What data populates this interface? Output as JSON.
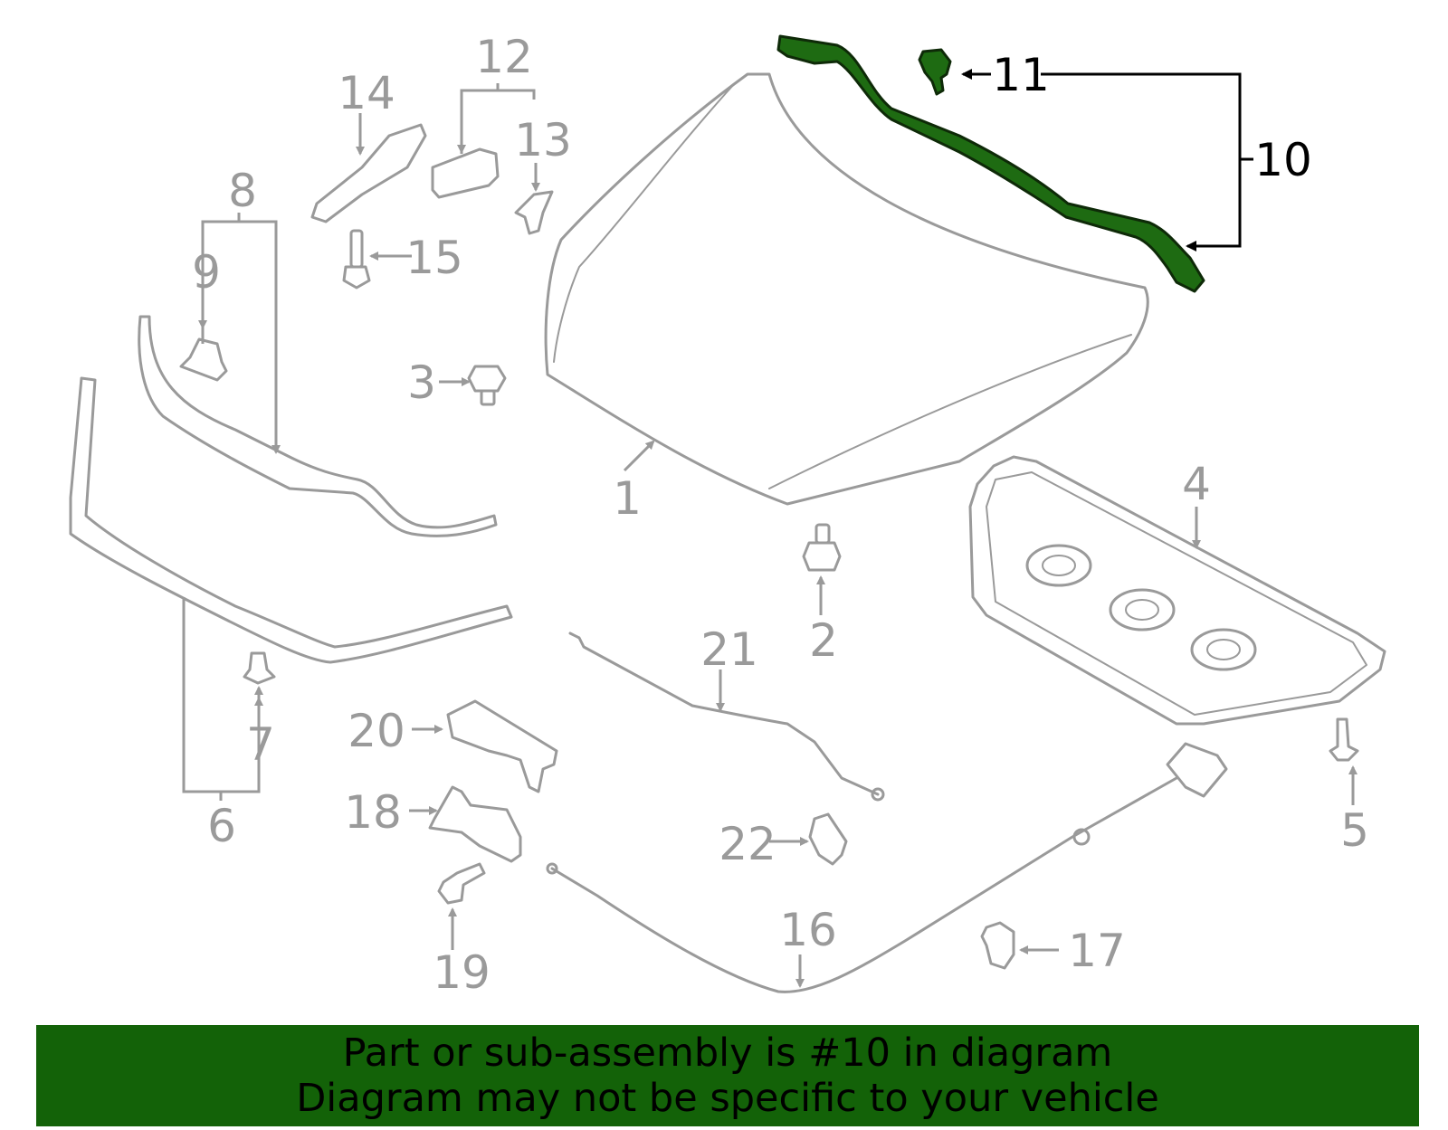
{
  "diagram": {
    "highlight_color": "#1e6b12",
    "part_color": "#9a9a9a",
    "callouts": {
      "c1": "1",
      "c2": "2",
      "c3": "3",
      "c4": "4",
      "c5": "5",
      "c6": "6",
      "c7": "7",
      "c8": "8",
      "c9": "9",
      "c10": "10",
      "c11": "11",
      "c12": "12",
      "c13": "13",
      "c14": "14",
      "c15": "15",
      "c16": "16",
      "c17": "17",
      "c18": "18",
      "c19": "19",
      "c20": "20",
      "c21": "21",
      "c22": "22"
    }
  },
  "banner": {
    "background": "#136208",
    "line1": "Part or sub-assembly is #10 in diagram",
    "line2": "Diagram may not be specific to your vehicle"
  }
}
